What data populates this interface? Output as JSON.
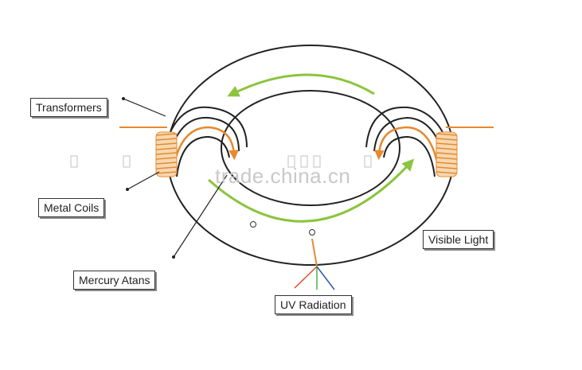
{
  "labels": {
    "transformers": "Transformers",
    "metal_coils": "Metal Coils",
    "mercury_atans": "Mercury Atans",
    "visible_light": "Visible Light",
    "uv_radiation": "UV Radiation"
  },
  "watermark": "trade.china.cn",
  "colors": {
    "outline": "#222222",
    "green_arrow": "#8cc43f",
    "orange": "#e68a2e",
    "uv_red": "#e04a2a",
    "uv_green": "#4caf50",
    "uv_blue": "#2f5aa8"
  }
}
